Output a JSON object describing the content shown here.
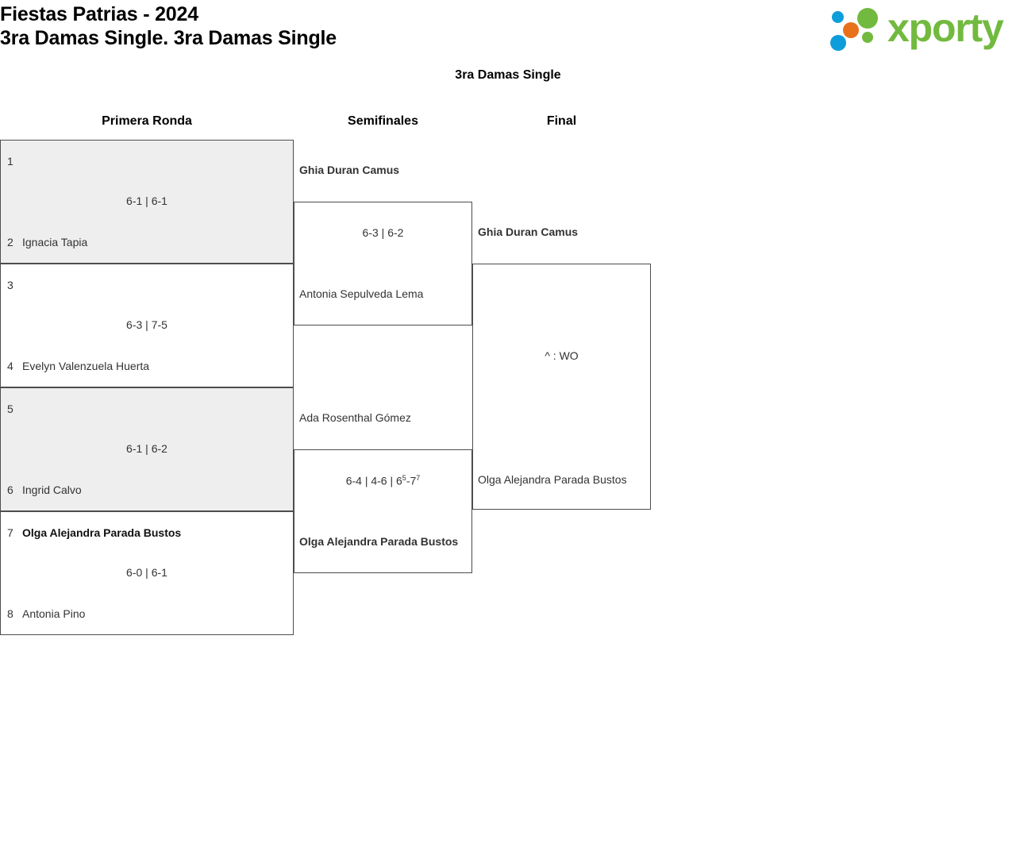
{
  "header": {
    "title_line_1": "Fiestas Patrias - 2024",
    "title_line_2": "3ra Damas Single. 3ra Damas Single",
    "logo_text": "xporty",
    "logo_colors": {
      "green": "#72ba3f",
      "blue": "#0d9ddb",
      "orange": "#e8711a"
    }
  },
  "bracket": {
    "title": "3ra Damas Single",
    "rounds": [
      {
        "label": "Primera Ronda"
      },
      {
        "label": "Semifinales"
      },
      {
        "label": "Final"
      }
    ],
    "round1": [
      {
        "shaded": true,
        "top": {
          "seed": "1",
          "name": "",
          "winner": false
        },
        "bottom": {
          "seed": "2",
          "name": "Ignacia Tapia",
          "winner": false
        },
        "score": "6-1 | 6-1"
      },
      {
        "shaded": false,
        "top": {
          "seed": "3",
          "name": "",
          "winner": false
        },
        "bottom": {
          "seed": "4",
          "name": "Evelyn Valenzuela Huerta",
          "winner": false
        },
        "score": "6-3 | 7-5"
      },
      {
        "shaded": true,
        "top": {
          "seed": "5",
          "name": "",
          "winner": false
        },
        "bottom": {
          "seed": "6",
          "name": "Ingrid Calvo",
          "winner": false
        },
        "score": "6-1 | 6-2"
      },
      {
        "shaded": false,
        "top": {
          "seed": "7",
          "name": "Olga Alejandra Parada Bustos",
          "winner": true
        },
        "bottom": {
          "seed": "8",
          "name": "Antonia Pino",
          "winner": false
        },
        "score": "6-0 | 6-1"
      }
    ],
    "round2": [
      {
        "top_name": "Ghia Duran Camus",
        "top_winner": true,
        "bottom_name": "Antonia Sepulveda Lema",
        "bottom_winner": false,
        "score": "6-3 | 6-2"
      },
      {
        "top_name": "Ada Rosenthal Gómez",
        "top_winner": false,
        "bottom_name": "Olga Alejandra Parada Bustos",
        "bottom_winner": true,
        "score_pre": "6-4 | 4-6 | 6",
        "score_sup1": "5",
        "score_mid": "-7",
        "score_sup2": "7"
      }
    ],
    "round3": [
      {
        "top_name": "Ghia Duran Camus",
        "top_winner": true,
        "bottom_name": "Olga Alejandra Parada Bustos",
        "bottom_winner": false,
        "score": "^ : WO"
      }
    ]
  }
}
